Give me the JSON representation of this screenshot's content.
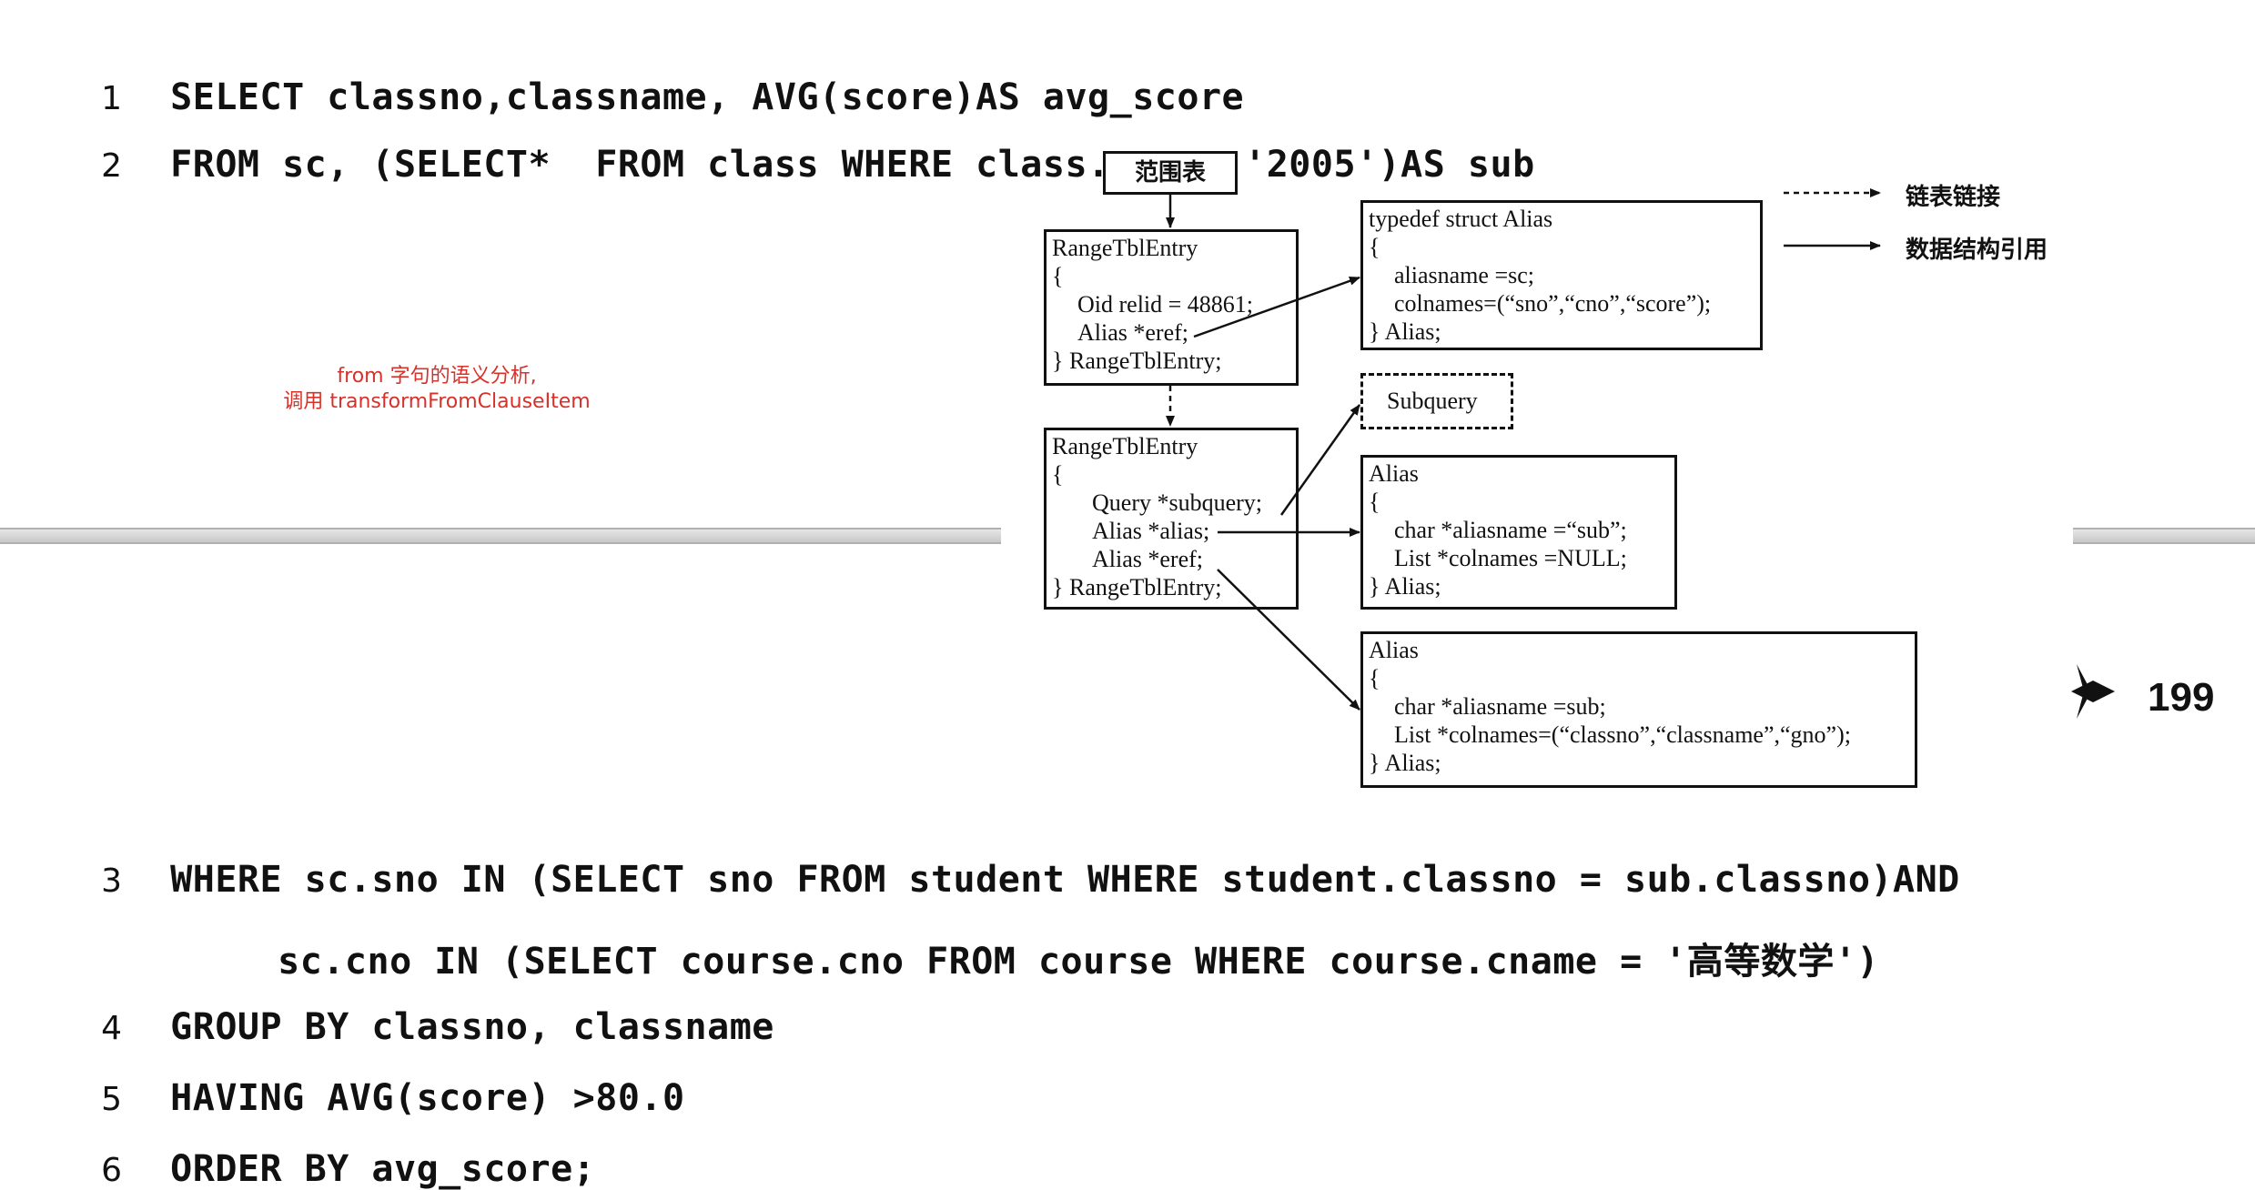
{
  "sql": {
    "line1": {
      "num": "1",
      "code": "SELECT classno,classname, AVG(score)AS avg_score"
    },
    "line2": {
      "num": "2",
      "code": "FROM sc, (SELECT*  FROM class WHERE class.gno = '2005')AS sub"
    },
    "line3": {
      "num": "3",
      "code": "WHERE sc.sno IN (SELECT sno FROM student WHERE student.classno = sub.classno)AND"
    },
    "line3b": {
      "code": "sc.cno IN (SELECT course.cno FROM course WHERE course.cname = '高等数学')"
    },
    "line4": {
      "num": "4",
      "code": "GROUP BY classno, classname"
    },
    "line5": {
      "num": "5",
      "code": "HAVING AVG(score) >80.0"
    },
    "line6": {
      "num": "6",
      "code": "ORDER BY avg_score;"
    }
  },
  "annotation": {
    "line1": "from 字句的语义分析,",
    "line2": "调用 transformFromClauseItem"
  },
  "diagram": {
    "range_table_title": "范围表",
    "rte1": {
      "header": "RangeTblEntry",
      "open": "{",
      "field1": "Oid relid = 48861;",
      "field2": "Alias *eref;",
      "close": "} RangeTblEntry;"
    },
    "rte2": {
      "header": "RangeTblEntry",
      "open": "{",
      "field1": "Query *subquery;",
      "field2": "Alias *alias;",
      "field3": "Alias *eref;",
      "close": "} RangeTblEntry;"
    },
    "alias_struct": {
      "header": "typedef struct Alias",
      "open": "{",
      "field1": "aliasname =sc;",
      "field2": "colnames=(“sno”,“cno”,“score”);",
      "close": "} Alias;"
    },
    "subquery_label": "Subquery",
    "alias_sub": {
      "header": "Alias",
      "open": "{",
      "field1": "char *aliasname =“sub”;",
      "field2": "List *colnames =NULL;",
      "close": "} Alias;"
    },
    "alias_eref": {
      "header": "Alias",
      "open": "{",
      "field1": "char *aliasname =sub;",
      "field2": "List *colnames=(“classno”,“classname”,“gno”);",
      "close": "} Alias;"
    },
    "legend": {
      "dashed_label": "链表链接",
      "solid_label": "数据结构引用"
    }
  },
  "page_number": "199",
  "colors": {
    "annotation": "#d8312a",
    "text": "#111111"
  }
}
